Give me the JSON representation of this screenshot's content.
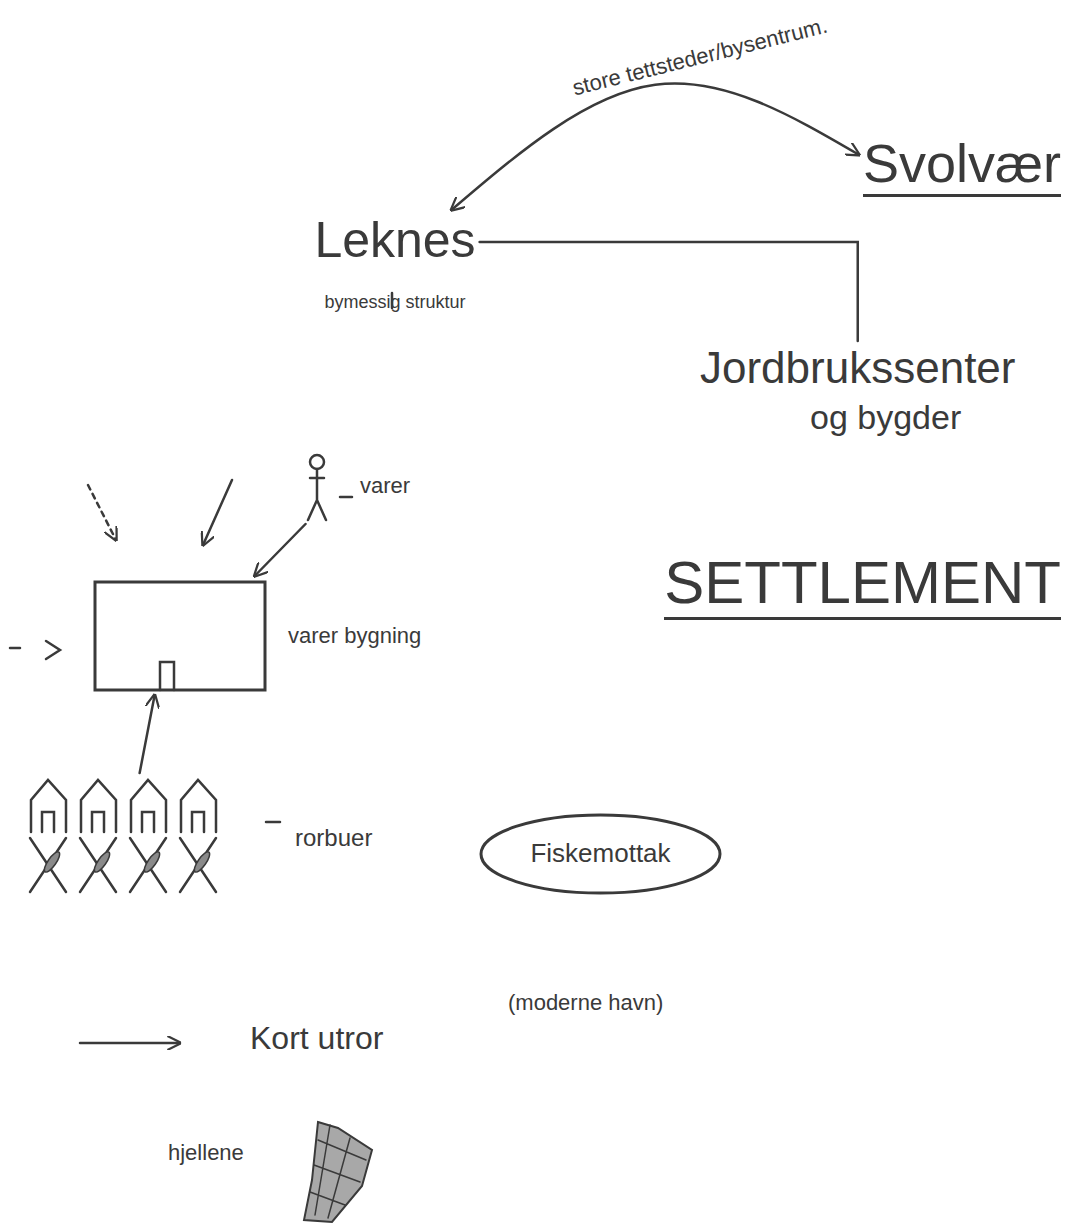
{
  "diagram": {
    "nodes": [
      {
        "text": [
          "Leknes",
          "bymessig struktur"
        ]
      },
      {
        "text": [
          "Svolvær"
        ]
      },
      {
        "text": [
          "Jordbrukssenter",
          "og bygder"
        ]
      },
      {
        "text": [
          "varer"
        ]
      },
      {
        "text": [
          "varer bygning"
        ]
      },
      {
        "text": [
          "rorbuer"
        ]
      },
      {
        "text": [
          "Fiskemottak"
        ]
      }
    ],
    "edges": [
      {
        "from": 0,
        "to": 1,
        "arrow": "both",
        "label": "store tettsteder/bysentrum."
      },
      {
        "from": 0,
        "to": 2,
        "arrow": "none"
      },
      {
        "from": 3,
        "to": 4,
        "arrow": "to"
      },
      {
        "from": 5,
        "to": 4,
        "arrow": "to"
      }
    ],
    "labels": [
      "SETTLEMENT",
      "(moderne havn)",
      "Kort utror",
      "hjellene"
    ]
  }
}
